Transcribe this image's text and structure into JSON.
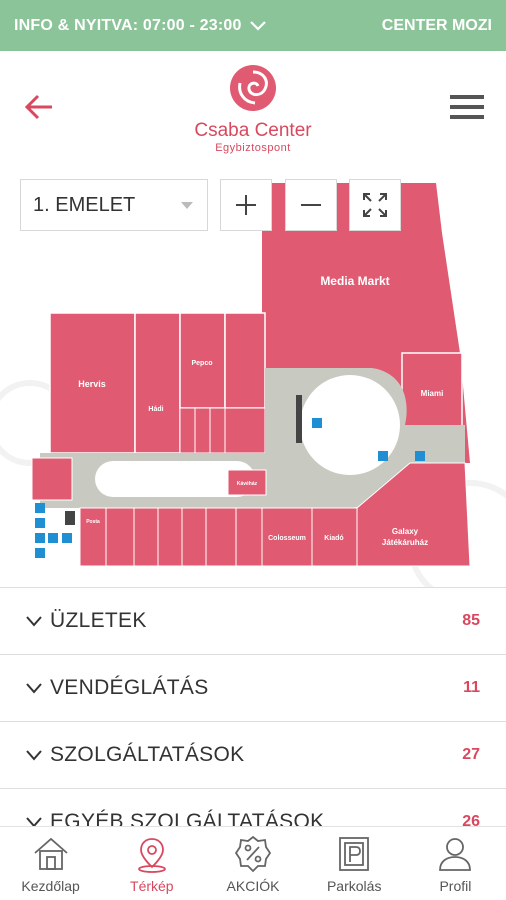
{
  "topbar": {
    "info_label": "INFO & NYITVA: 07:00 - 23:00",
    "cinema_label": "CENTER MOZI"
  },
  "header": {
    "brand": "Csaba Center",
    "tagline": "Egybiztospont"
  },
  "map": {
    "floor_label": "1. EMELET",
    "stores": {
      "media_markt": "Media Markt",
      "hervis": "Hervis",
      "pepco": "Pepco",
      "hadi": "Hádi",
      "miami": "Miami",
      "colosseum": "Colosseum",
      "kiado": "Kiadó",
      "galaxy_1": "Galaxy",
      "galaxy_2": "Játékáruház",
      "posta": "Posta",
      "cafe": "Kávéház"
    }
  },
  "categories": [
    {
      "name": "ÜZLETEK",
      "count": "85"
    },
    {
      "name": "VENDÉGLÁTÁS",
      "count": "11"
    },
    {
      "name": "SZOLGÁLTATÁSOK",
      "count": "27"
    },
    {
      "name": "EGYÉB SZOLGÁLTATÁSOK",
      "count": "26"
    }
  ],
  "nav": [
    {
      "label": "Kezdőlap"
    },
    {
      "label": "Térkép"
    },
    {
      "label": "AKCIÓK"
    },
    {
      "label": "Parkolás"
    },
    {
      "label": "Profil"
    }
  ],
  "colors": {
    "accent": "#d9485f",
    "topbar": "#8cc49a",
    "store": "#e05a72",
    "corridor": "#c8c9c0"
  }
}
